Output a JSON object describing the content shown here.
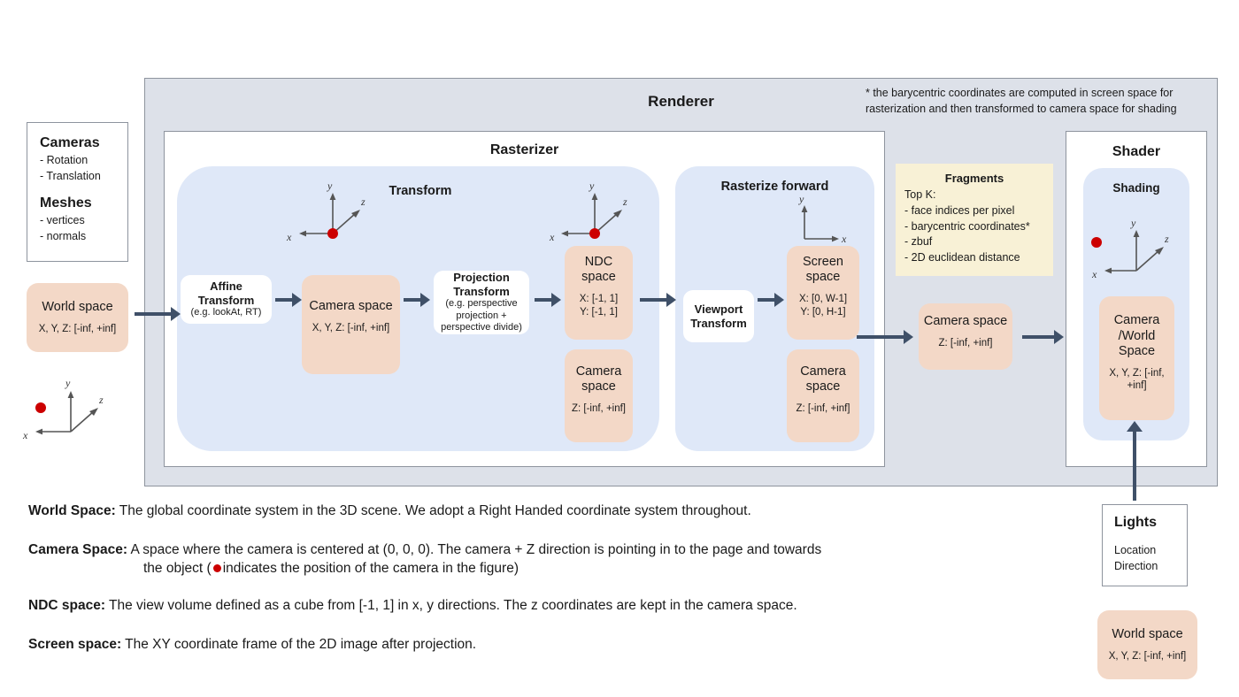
{
  "renderer": {
    "title": "Renderer",
    "footnote": "* the barycentric coordinates are computed in screen space for rasterization and then transformed to camera space for shading"
  },
  "inputs": {
    "cameras_heading": "Cameras",
    "cameras_items": "- Rotation\n- Translation",
    "meshes_heading": "Meshes",
    "meshes_items": "- vertices\n- normals",
    "world_space": {
      "title": "World space",
      "range": "X, Y, Z: [-inf, +inf]"
    }
  },
  "rasterizer": {
    "title": "Rasterizer",
    "transform": {
      "title": "Transform",
      "affine": {
        "title": "Affine\nTransform",
        "sub": "(e.g. lookAt, RT)"
      },
      "camera_space": {
        "title": "Camera space",
        "range": "X, Y, Z: [-inf, +inf]"
      },
      "projection": {
        "title": "Projection\nTransform",
        "sub": "(e.g. perspective projection + perspective divide)"
      },
      "ndc_space": {
        "title": "NDC\nspace",
        "range": "X: [-1, 1]\nY: [-1, 1]"
      },
      "camera_space_z": {
        "title": "Camera\nspace",
        "range": "Z: [-inf, +inf]"
      }
    },
    "rasterize_forward": {
      "title": "Rasterize forward",
      "viewport": {
        "title": "Viewport\nTransform"
      },
      "screen_space": {
        "title": "Screen\nspace",
        "range": "X: [0, W-1]\nY: [0,  H-1]"
      },
      "camera_space_z": {
        "title": "Camera\nspace",
        "range": "Z: [-inf, +inf]"
      }
    }
  },
  "fragments": {
    "title": "Fragments",
    "items": "Top K:\n- face indices per pixel\n- barycentric coordinates*\n- zbuf\n- 2D euclidean distance",
    "camera_space": {
      "title": "Camera space",
      "range": "Z: [-inf, +inf]"
    }
  },
  "shader": {
    "title": "Shader",
    "shading_title": "Shading",
    "camera_world_space": {
      "title": "Camera\n/World\nSpace",
      "range": "X, Y, Z: [-inf, +inf]"
    }
  },
  "lights": {
    "heading": "Lights",
    "items": "Location\nDirection",
    "world_space": {
      "title": "World space",
      "range": "X, Y, Z: [-inf, +inf]"
    }
  },
  "axes_labels": {
    "x": "x",
    "y": "y",
    "z": "z"
  },
  "definitions": [
    {
      "term": "World Space:",
      "text": "The global coordinate system in the 3D scene. We adopt a Right Handed coordinate system throughout."
    },
    {
      "term": "Camera Space:",
      "text": "A space where the camera is centered at (0, 0, 0). The camera + Z direction is pointing in to the page and towards"
    },
    {
      "term": "",
      "text": "the object (",
      "text2": "indicates the position of the camera in the figure)"
    },
    {
      "term": "NDC space:",
      "text": "The view volume defined as a cube from [-1, 1] in x, y directions. The z coordinates are kept in the camera space."
    },
    {
      "term": "Screen space:",
      "text": "The XY coordinate frame of the 2D image after projection."
    }
  ],
  "colors": {
    "renderer_bg": "#dde1e9",
    "panel_blue": "#dfe8f8",
    "peach": "#f3d8c7",
    "fragments_yellow": "#f8f1d6",
    "arrow": "#3f5068",
    "camera_dot": "#cc0000"
  }
}
